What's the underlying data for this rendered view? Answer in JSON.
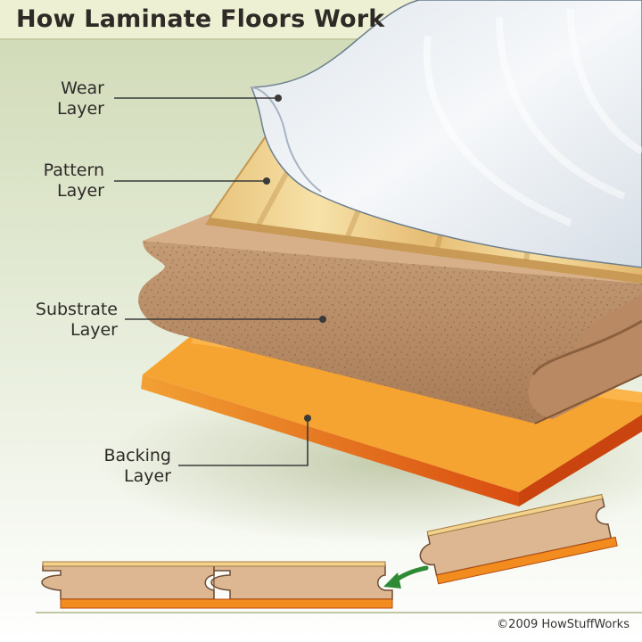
{
  "title": "How Laminate Floors Work",
  "layers": [
    {
      "line1": "Wear",
      "line2": "Layer"
    },
    {
      "line1": "Pattern",
      "line2": "Layer"
    },
    {
      "line1": "Substrate",
      "line2": "Layer"
    },
    {
      "line1": "Backing",
      "line2": "Layer"
    }
  ],
  "credit": "©2009 HowStuffWorks",
  "colors": {
    "background_top": "#d9e2c4",
    "title_bar": "#eef0d3",
    "wear": "#e9eef3",
    "pattern": "#f2d590",
    "substrate": "#c8a07c",
    "backing": "#f08a1e",
    "arrow": "#2f8a35"
  }
}
